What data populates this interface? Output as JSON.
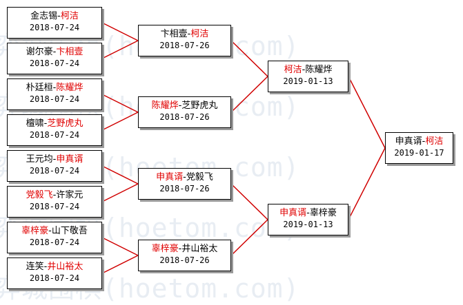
{
  "watermark": {
    "text": "弈城围棋(hoetom.com)"
  },
  "colors": {
    "winner": "#e00000",
    "connector": "#d00000",
    "border": "#000000"
  },
  "bracket": {
    "round1": [
      {
        "player1": "金志锡",
        "separator": "-",
        "player2": "柯洁",
        "winner": 2,
        "date": "2018-07-24"
      },
      {
        "player1": "谢尔豪",
        "separator": "-",
        "player2": "卞相壹",
        "winner": 2,
        "date": "2018-07-24"
      },
      {
        "player1": "朴廷桓",
        "separator": "-",
        "player2": "陈耀烨",
        "winner": 2,
        "date": "2018-07-24"
      },
      {
        "player1": "檀啸",
        "separator": "-",
        "player2": "芝野虎丸",
        "winner": 2,
        "date": "2018-07-24"
      },
      {
        "player1": "王元均",
        "separator": "-",
        "player2": "申真谞",
        "winner": 2,
        "date": "2018-07-24"
      },
      {
        "player1": "党毅飞",
        "separator": "-",
        "player2": "许家元",
        "winner": 1,
        "date": "2018-07-24"
      },
      {
        "player1": "辜梓豪",
        "separator": "-",
        "player2": "山下敬吾",
        "winner": 1,
        "date": "2018-07-24"
      },
      {
        "player1": "连笑",
        "separator": "-",
        "player2": "井山裕太",
        "winner": 2,
        "date": "2018-07-24"
      }
    ],
    "round2": [
      {
        "player1": "卞相壹",
        "separator": "-",
        "player2": "柯洁",
        "winner": 2,
        "date": "2018-07-26"
      },
      {
        "player1": "陈耀烨",
        "separator": "-",
        "player2": "芝野虎丸",
        "winner": 1,
        "date": "2018-07-26"
      },
      {
        "player1": "申真谞",
        "separator": "-",
        "player2": "党毅飞",
        "winner": 1,
        "date": "2018-07-26"
      },
      {
        "player1": "辜梓豪",
        "separator": "-",
        "player2": "井山裕太",
        "winner": 1,
        "date": "2018-07-26"
      }
    ],
    "semifinal": [
      {
        "player1": "柯洁",
        "separator": "-",
        "player2": "陈耀烨",
        "winner": 1,
        "date": "2019-01-13"
      },
      {
        "player1": "申真谞",
        "separator": "-",
        "player2": "辜梓豪",
        "winner": 1,
        "date": "2019-01-13"
      }
    ],
    "final": [
      {
        "player1": "申真谞",
        "separator": "-",
        "player2": "柯洁",
        "winner": 2,
        "date": "2019-01-17"
      }
    ]
  }
}
